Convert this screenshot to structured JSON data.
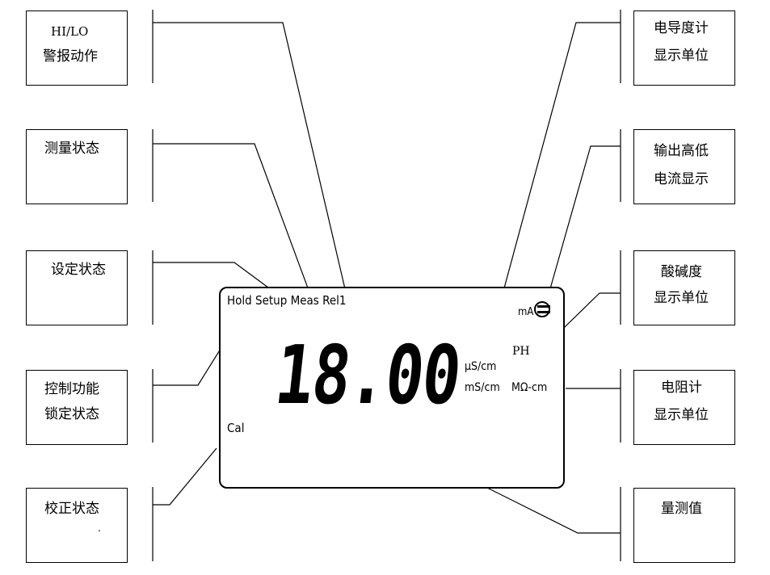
{
  "left_labels": [
    {
      "line1": "HI/LO",
      "line2": "警报动作"
    },
    {
      "line1": "测量状态",
      "line2": ""
    },
    {
      "line1": "设定状态",
      "line2": ""
    },
    {
      "line1": "控制功能",
      "line2": "锁定状态"
    },
    {
      "line1": "校正状态",
      "line2": "."
    }
  ],
  "right_labels": [
    {
      "line1": "电导度计",
      "line2": "显示单位"
    },
    {
      "line1": "输出高低",
      "line2": "电流显示"
    },
    {
      "line1": "酸碱度",
      "line2": "显示单位"
    },
    {
      "line1": "电阻计",
      "line2": "显示单位"
    },
    {
      "line1": "量测值",
      "line2": ""
    }
  ],
  "display": {
    "status_row": "Hold Setup Meas Rel1",
    "cal": "Cal",
    "reading": "18.00",
    "unit_us": "µS/cm",
    "unit_ms": "mS/cm",
    "unit_mohm": "MΩ-cm",
    "unit_ph": "PH",
    "unit_ma": "mA"
  }
}
